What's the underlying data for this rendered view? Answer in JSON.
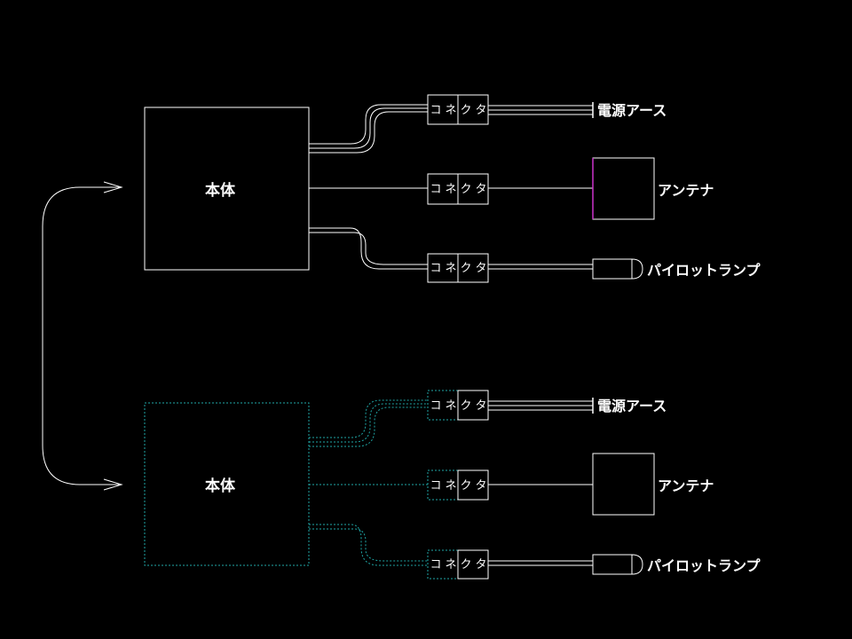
{
  "colors": {
    "background": "#000000",
    "line": "#ffffff",
    "dotted": "#1fa6a6",
    "accent": "#cc33cc"
  },
  "connector_chars": [
    "コ",
    "ネ",
    "ク",
    "タ"
  ],
  "top": {
    "body_label": "本体",
    "rows": [
      {
        "device": "電源アース",
        "device_shape": "line"
      },
      {
        "device": "アンテナ",
        "device_shape": "box"
      },
      {
        "device": "パイロットランプ",
        "device_shape": "lamp"
      }
    ]
  },
  "bottom": {
    "body_label": "本体",
    "rows": [
      {
        "device": "電源アース",
        "device_shape": "line"
      },
      {
        "device": "アンテナ",
        "device_shape": "box"
      },
      {
        "device": "パイロットランプ",
        "device_shape": "lamp"
      }
    ]
  }
}
